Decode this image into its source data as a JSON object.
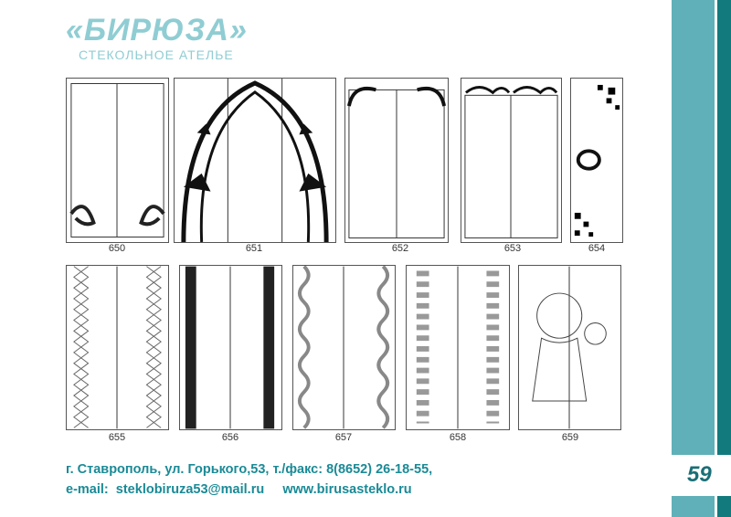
{
  "brand": {
    "name": "«БИРЮЗА»",
    "subtitle": "СТЕКОЛЬНОЕ АТЕЛЬЕ"
  },
  "page_number": "59",
  "items": [
    {
      "code": "650"
    },
    {
      "code": "651"
    },
    {
      "code": "652"
    },
    {
      "code": "653"
    },
    {
      "code": "654"
    },
    {
      "code": "655"
    },
    {
      "code": "656"
    },
    {
      "code": "657"
    },
    {
      "code": "658"
    },
    {
      "code": "659"
    }
  ],
  "footer": {
    "address": "г. Ставрополь, ул. Горького,53, т./факс: 8(8652) 26-18-55,",
    "contacts": "e-mail:  steklobiruza53@mail.ru     www.birusasteklo.ru"
  },
  "colors": {
    "brand_light": "#8fcdd3",
    "accent": "#5fb0b8",
    "accent_dark": "#127a7d"
  }
}
